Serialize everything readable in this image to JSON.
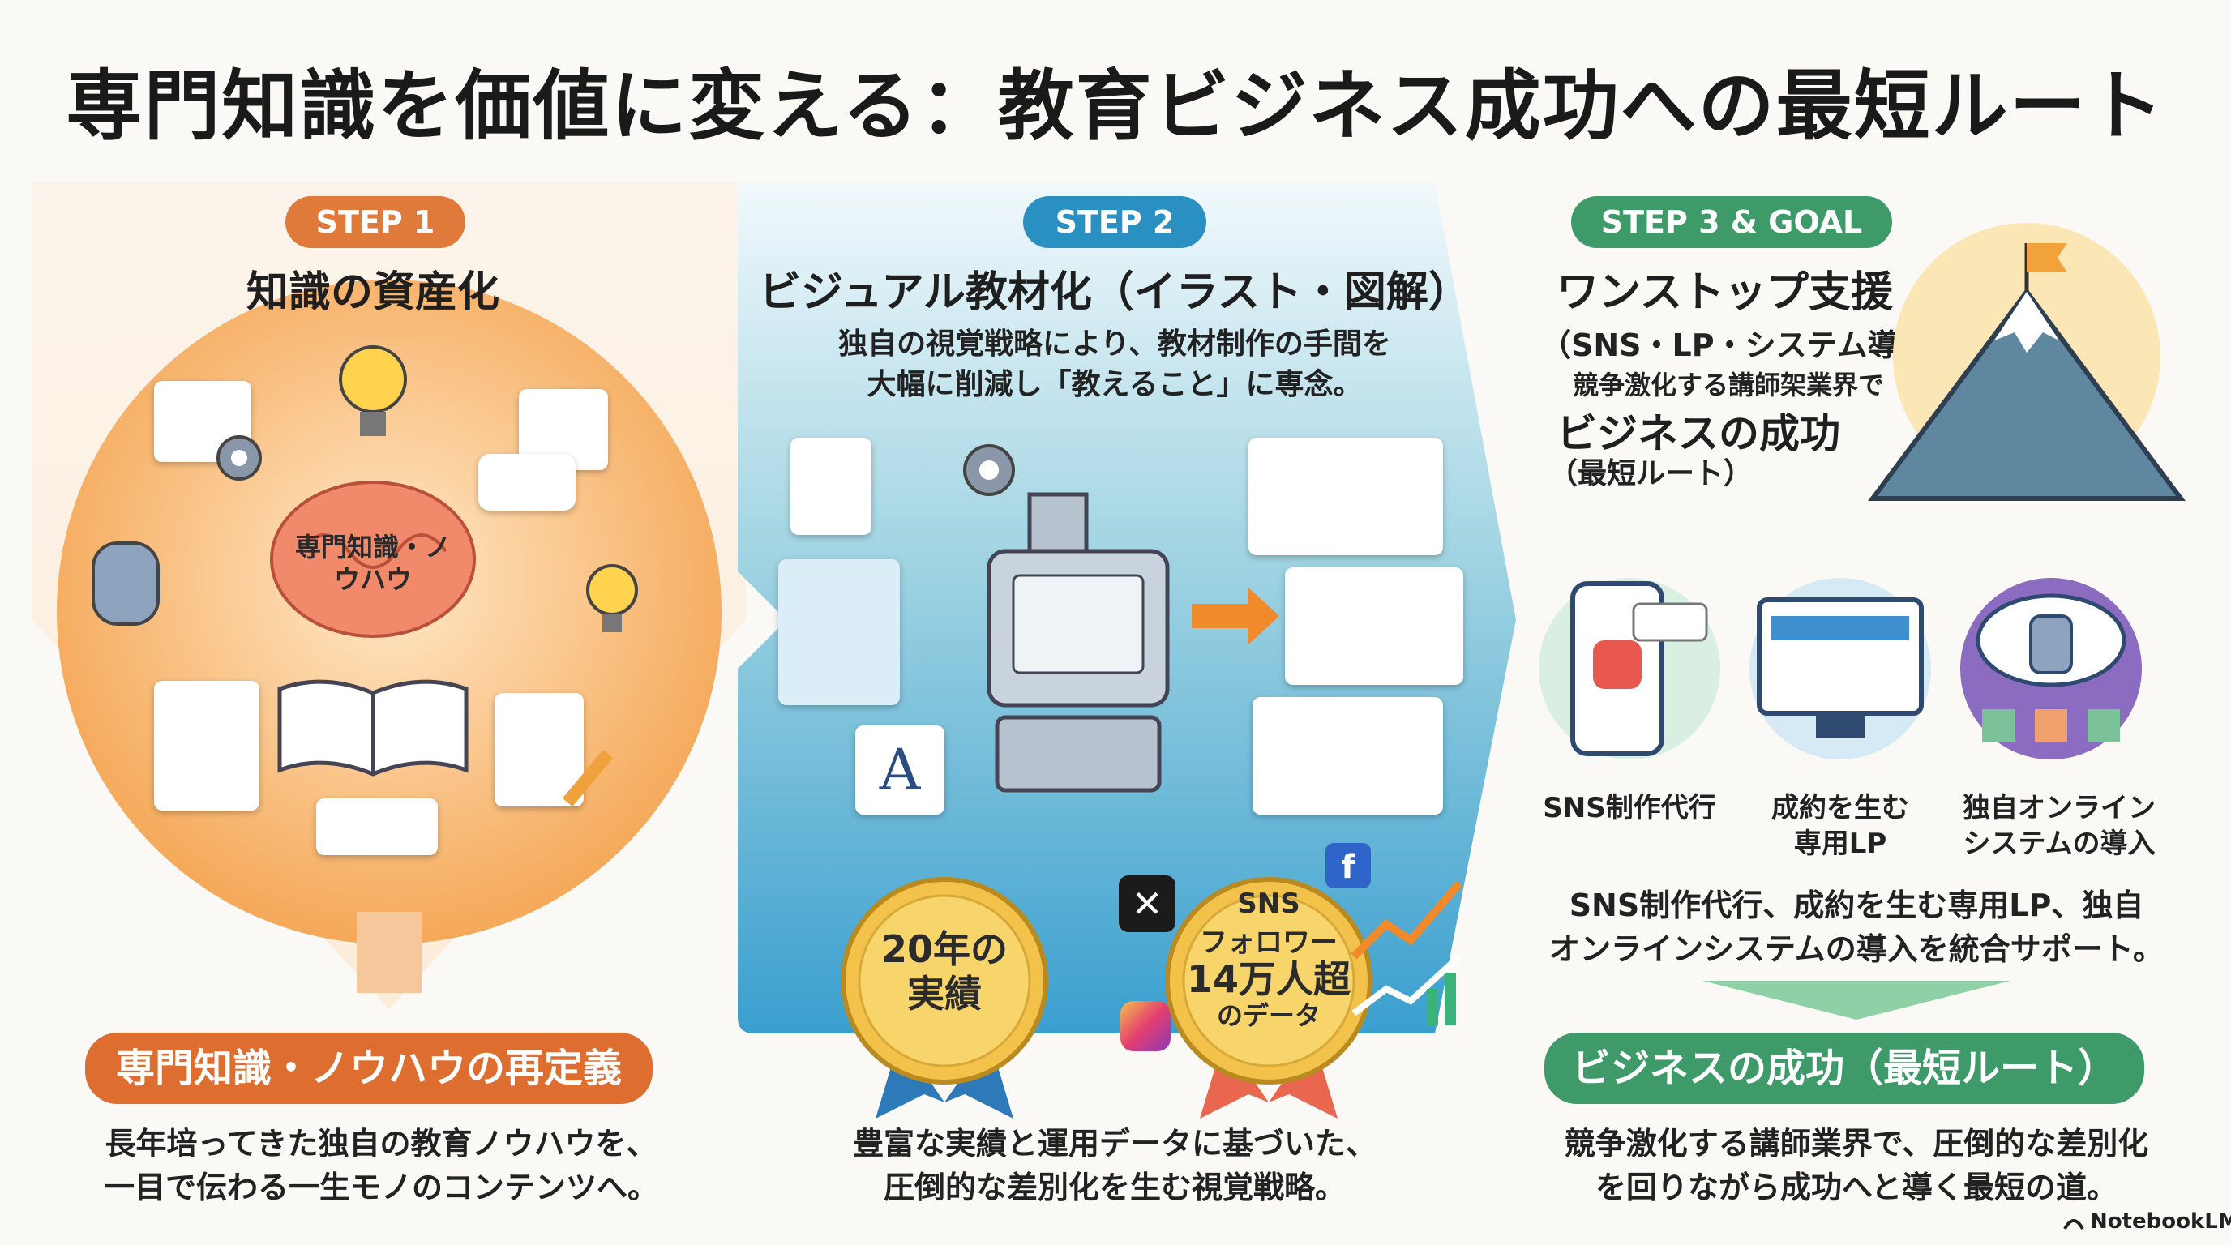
{
  "title": "専門知識を価値に変える：教育ビジネス成功への最短ルート",
  "step1": {
    "badge": "STEP 1",
    "heading": "知識の資産化",
    "brain_label": "専門知識・ノウハウ",
    "band": "専門知識・ノウハウの再定義",
    "description": [
      "長年培ってきた独自の教育ノウハウを、",
      "一目で伝わる一生モノのコンテンツへ。"
    ],
    "color": "#e07a3a"
  },
  "step2": {
    "badge": "STEP 2",
    "heading": "ビジュアル教材化（イラスト・図解）",
    "subtext": [
      "独自の視覚戦略により、教材制作の手間を",
      "大幅に削減し「教えること」に専念。"
    ],
    "medal1": [
      "20年の",
      "実績"
    ],
    "medal2": [
      "SNS",
      "フォロワー",
      "14万人超",
      "のデータ"
    ],
    "description": [
      "豊富な実績と運用データに基づいた、",
      "圧倒的な差別化を生む視覚戦略。"
    ],
    "color": "#2a8fc1"
  },
  "step3": {
    "badge": "STEP 3 & GOAL",
    "heading": "ワンストップ支援",
    "sub1": "（SNS・LP・システム導入）",
    "sub2": "競争激化する講師架業界で",
    "sub3": "ビジネスの成功",
    "sub4": "（最短ルート）",
    "services": [
      {
        "label": "SNS制作代行"
      },
      {
        "label": "成約を生む\n専用LP"
      },
      {
        "label": "独自オンライン\nシステムの導入"
      }
    ],
    "summary": [
      "SNS制作代行、成約を生む専用LP、独自",
      "オンラインシステムの導入を統合サポート。"
    ],
    "band": "ビジネスの成功（最短ルート）",
    "description": [
      "競争激化する講師業界で、圧倒的な差別化",
      "を回りながら成功へと導く最短の道。"
    ],
    "color": "#3f9a6a"
  },
  "footer": "NotebookLM"
}
